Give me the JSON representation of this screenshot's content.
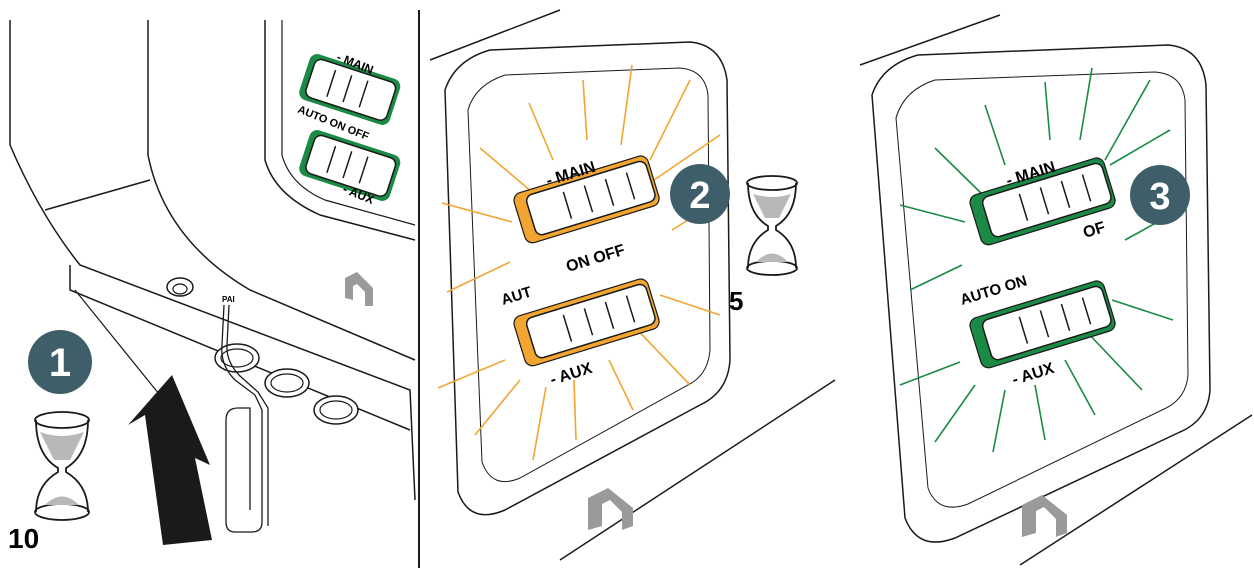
{
  "colors": {
    "step_badge": "#3e5f6a",
    "orange": "#f2a531",
    "green": "#1b8a45",
    "logo_gray": "#9a9a9a",
    "line": "#1a1a1a"
  },
  "panel1": {
    "step_number": "1",
    "wait_seconds": "10",
    "pai_label": "PAI",
    "switch_main_label": "- MAIN",
    "switch_mode_label": "AUTO ON OFF",
    "switch_aux_label": "- AUX",
    "icons": [
      "hourglass-icon",
      "arrow-up-icon",
      "paperclip-tool-icon",
      "brand-logo-icon"
    ]
  },
  "panel2": {
    "step_number": "2",
    "wait_seconds": "5",
    "main_label": "- MAIN",
    "on_off_label": "ON  OFF",
    "aut_label": "AUT",
    "aux_label": "- AUX",
    "highlight_color": "orange"
  },
  "panel3": {
    "step_number": "3",
    "main_label": "- MAIN",
    "of_label": "OF",
    "auto_on_label": "AUTO ON",
    "aux_label": "- AUX",
    "highlight_color": "green"
  }
}
